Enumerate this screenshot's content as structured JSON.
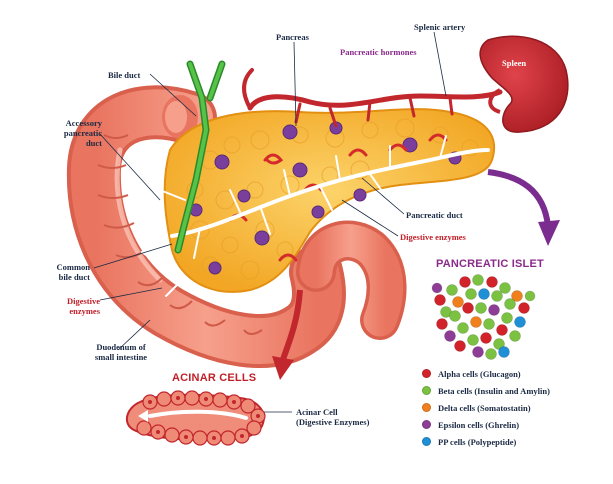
{
  "labels": {
    "pancreas": "Pancreas",
    "splenic_artery": "Splenic artery",
    "pancreatic_hormones": "Pancreatic hormones",
    "spleen": "Spleen",
    "bile_duct": "Bile duct",
    "accessory_duct_1": "Accessory",
    "accessory_duct_2": "pancreatic",
    "accessory_duct_3": "duct",
    "pancreatic_duct": "Pancreatic duct",
    "digestive_enzymes_right": "Digestive enzymes",
    "common_bile_duct_1": "Common",
    "common_bile_duct_2": "bile duct",
    "digestive_enzymes_left_1": "Digestive",
    "digestive_enzymes_left_2": "enzymes",
    "duodenum_1": "Duodenum of",
    "duodenum_2": "small intestine",
    "acinar_cell_1": "Acinar Cell",
    "acinar_cell_2": "(Digestive Enzymes)"
  },
  "titles": {
    "pancreatic_islet": "PANCREATIC ISLET",
    "acinar_cells": "ACINAR CELLS"
  },
  "legend": [
    {
      "label": "Alpha cells (Glucagon)",
      "color": "#d2232a",
      "icon": "red-dot-icon"
    },
    {
      "label": "Beta cells (Insulin and Amylin)",
      "color": "#7cc242",
      "icon": "green-dot-icon"
    },
    {
      "label": "Delta cells (Somatostatin)",
      "color": "#f0801e",
      "icon": "orange-dot-icon"
    },
    {
      "label": "Epsilon cells (Ghrelin)",
      "color": "#8e3d96",
      "icon": "purple-dot-icon"
    },
    {
      "label": "PP cells (Polypeptide)",
      "color": "#1f8fd6",
      "icon": "blue-dot-icon"
    }
  ],
  "colors": {
    "title_purple": "#8a2a8a",
    "title_red": "#c0202a",
    "pancreas": "#f6b93a",
    "spleen": "#c1272d",
    "duodenum": "#f08c7a",
    "bile_duct": "#3aa53a"
  }
}
